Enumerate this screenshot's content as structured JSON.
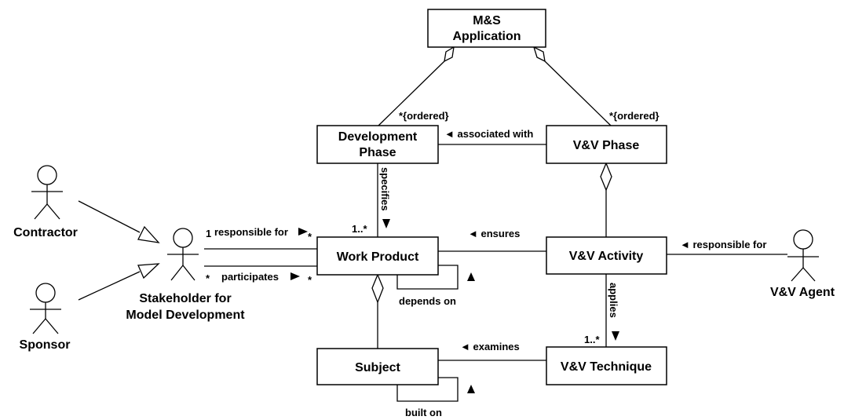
{
  "classes": {
    "ms_application": [
      "M&S",
      "Application"
    ],
    "development_phase": [
      "Development",
      "Phase"
    ],
    "vv_phase": [
      "V&V Phase"
    ],
    "work_product": [
      "Work Product"
    ],
    "vv_activity": [
      "V&V Activity"
    ],
    "subject": [
      "Subject"
    ],
    "vv_technique": [
      "V&V Technique"
    ]
  },
  "actors": {
    "contractor": "Contractor",
    "sponsor": "Sponsor",
    "stakeholder": [
      "Stakeholder for",
      "Model Development"
    ],
    "vv_agent": "V&V Agent"
  },
  "associations": {
    "ordered_dev": "*{ordered}",
    "ordered_vv": "*{ordered}",
    "associated_with": "◄ associated with",
    "specifies": "specifies",
    "specifies_mult": "1..*",
    "responsible_for_left": "responsible for",
    "responsible_for_left_one": "1",
    "responsible_for_left_many": "*",
    "participates": "participates",
    "participates_left_mult": "*",
    "participates_right_mult": "*",
    "ensures": "◄ ensures",
    "responsible_for_right": "◄ responsible for",
    "depends_on": "depends on",
    "applies": "applies",
    "applies_mult": "1..*",
    "examines": "◄ examines",
    "built_on": "built on"
  }
}
